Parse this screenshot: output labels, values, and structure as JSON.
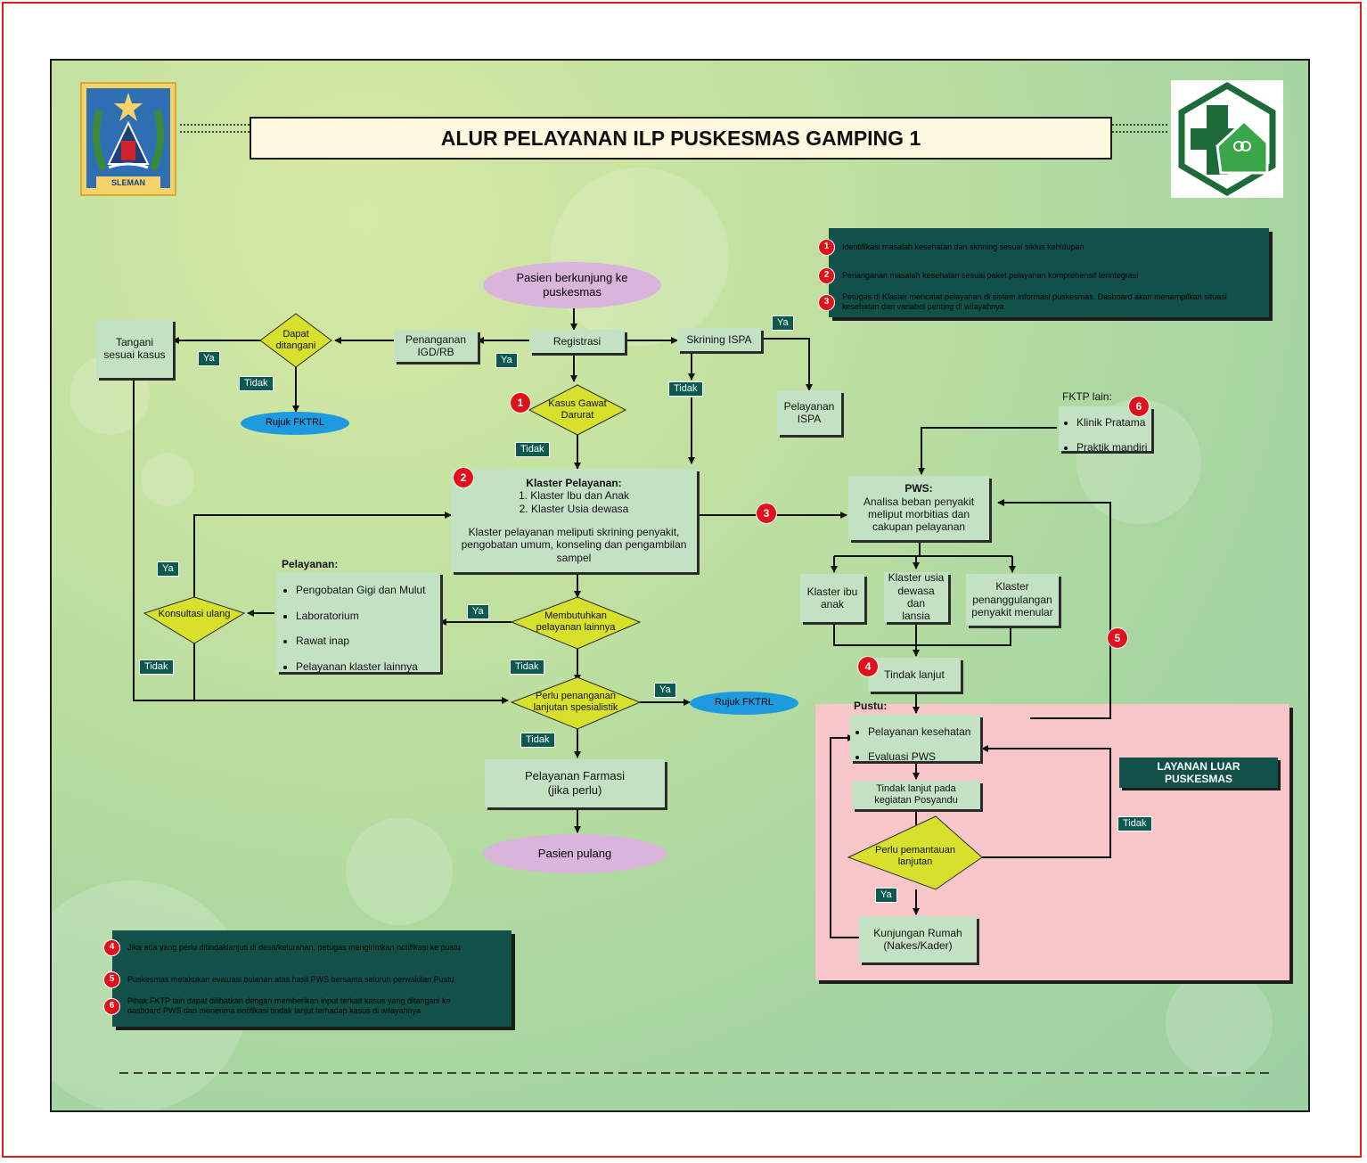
{
  "title": "ALUR PELAYANAN ILP PUSKESMAS GAMPING 1",
  "logo_left": {
    "text": "SLEMAN"
  },
  "legend_top": [
    {
      "num": "1",
      "text": "Identifikasi masalah kesehatan dan skrining sesuai siklus kehidupan"
    },
    {
      "num": "2",
      "text": "Penanganan masalah kesehatan sesuai paket pelayanan komprehensif terintegrasi"
    },
    {
      "num": "3",
      "text": "Petugas di Klaster mencatat pelayanan di sistem informasi puskesmas. Dasboard akan menampilkan situasi kesehatan dari variabel penting di wilayahnya"
    }
  ],
  "legend_bottom": [
    {
      "num": "4",
      "text": "Jika ada yang perlu ditindaklanjuti di desa/kelurahan, petugas mengirimkan notifikasi ke pustu"
    },
    {
      "num": "5",
      "text": "Puskesmas melakukan evaluasi bulanan atas hasil PWS bersama seluruh perwakilan Pustu"
    },
    {
      "num": "6",
      "text": "Pihak FKTP lain dapat dilibatkan dengan memberikan input terkait kasus yang ditangani ke dasboard PWS dan menerima notifikasi tindak lanjut terhadap kasus di wilayahnya"
    }
  ],
  "nodes": {
    "start": "Pasien berkunjung ke\npuskesmas",
    "registrasi": "Registrasi",
    "igd": "Penanganan\nIGD/RB",
    "dapat": "Dapat\nditangani",
    "tangani": "Tangani\nsesuai kasus",
    "rujuk1": "Rujuk FKTRL",
    "skrining": "Skrining ISPA",
    "ispa": "Pelayanan\nISPA",
    "gawat": "Kasus Gawat\nDarurat",
    "klaster_title": "Klaster Pelayanan:",
    "klaster_list": "1. Klaster Ibu dan Anak\n2. Klaster Usia dewasa",
    "klaster_desc": "Klaster pelayanan meliputi skrining penyakit,\npengobatan umum, konseling dan pengambilan\nsampel",
    "pelayanan_title": "Pelayanan:",
    "pelayanan_items": [
      "Pengobatan Gigi dan Mulut",
      "Laboratorium",
      "Rawat inap",
      "Pelayanan klaster lainnya"
    ],
    "konsultasi": "Konsultasi ulang",
    "membutuhkan": "Membutuhkan\npelayanan lainnya",
    "perlu_spes": "Perlu penanganan\nlanjutan spesialistik",
    "rujuk2": "Rujuk FKTRL",
    "farmasi": "Pelayanan Farmasi\n(jika perlu)",
    "pulang": "Pasien pulang",
    "fktp_title": "FKTP lain:",
    "fktp_items": [
      "Klinik Pratama",
      "Praktik mandiri"
    ],
    "pws_title": "PWS:",
    "pws_desc": "Analisa beban penyakit\nmeliput morbitias dan\ncakupan pelayanan",
    "k_ibu": "Klaster ibu\nanak",
    "k_usia": "Klaster usia\ndewasa dan\nlansia",
    "k_menular": "Klaster\npenanggulangan\npenyakit menular",
    "tindak": "Tindak lanjut",
    "pustu_title": "Pustu:",
    "pustu_items": [
      "Pelayanan kesehatan",
      "Evaluasi PWS"
    ],
    "posyandu": "Tindak lanjut pada\nkegiatan Posyandu",
    "pemantauan": "Perlu pemantauan\nlanjutan",
    "kunjungan": "Kunjungan Rumah\n(Nakes/Kader)",
    "layanan_luar": "LAYANAN LUAR\nPUSKESMAS"
  },
  "markers": {
    "m1": "1",
    "m2": "2",
    "m3": "3",
    "m4": "4",
    "m5": "5",
    "m6": "6"
  },
  "tags": {
    "ya_ispa": "Ya",
    "ya_igd": "Ya",
    "ya_dapat": "Ya",
    "tidak_dapat": "Tidak",
    "tidak_skrining": "Tidak",
    "tidak_gawat": "Tidak",
    "ya_konsul": "Ya",
    "tidak_konsul": "Tidak",
    "ya_membutuhkan": "Ya",
    "tidak_membutuhkan": "Tidak",
    "ya_spes": "Ya",
    "tidak_spes": "Tidak",
    "tidak_pemantauan": "Tidak",
    "ya_pemantauan": "Ya"
  },
  "colors": {
    "box": "#c3e2c4",
    "diamond": "#d7e02a",
    "oval_start": "#d9b4db",
    "oval_rujuk": "#1e9be0",
    "legend": "#12514a",
    "badge": "#e1111c",
    "pink": "#f7c6c9"
  }
}
